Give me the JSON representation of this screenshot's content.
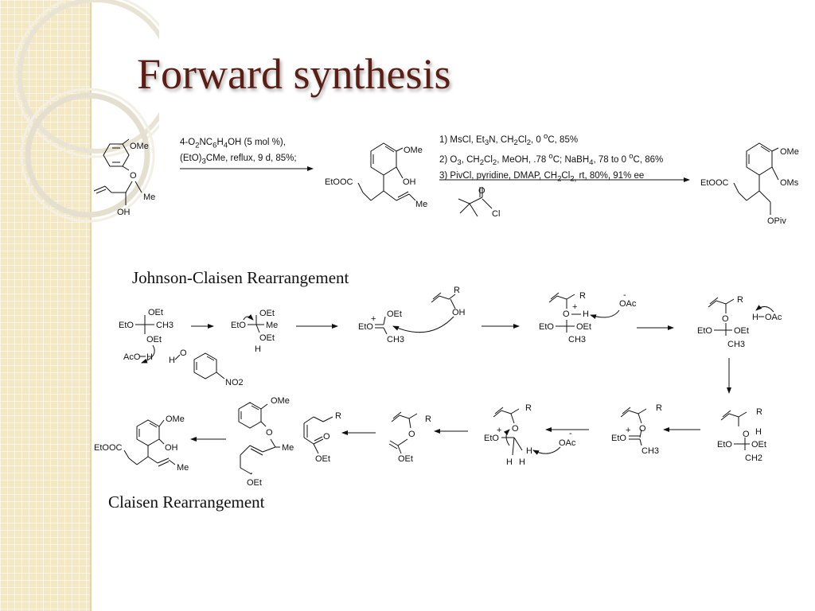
{
  "slide": {
    "title": "Forward synthesis",
    "caption_johnson": "Johnson-Claisen Rearrangement",
    "caption_claisen": "Claisen Rearrangement"
  },
  "conditions": {
    "step1": [
      "4-O2NC6H4OH (5 mol %),",
      "(EtO)3CMe, reflux, 9 d, 85%;"
    ],
    "step2": [
      "1) MsCl, Et3N, CH2Cl2, 0 oC, 85%",
      "2) O3, CH2Cl2, MeOH, .78 oC; NaBH4, 78 to 0 oC, 86%",
      "3) PivCl, pyridine, DMAP, CH2Cl2, rt, 80%, 91% ee"
    ]
  },
  "labels": {
    "OMe": "OMe",
    "O": "O",
    "Me": "Me",
    "OH": "OH",
    "EtOOC": "EtOOC",
    "OMs": "OMs",
    "OPiv": "OPiv",
    "Cl": "Cl",
    "OEt": "OEt",
    "EtO": "EtO",
    "CH3": "CH3",
    "CH2": "CH2",
    "H": "H",
    "AcO": "AcO",
    "OAc": "OAc",
    "NO2": "NO2",
    "R": "R",
    "plus": "+",
    "minus": "-"
  }
}
